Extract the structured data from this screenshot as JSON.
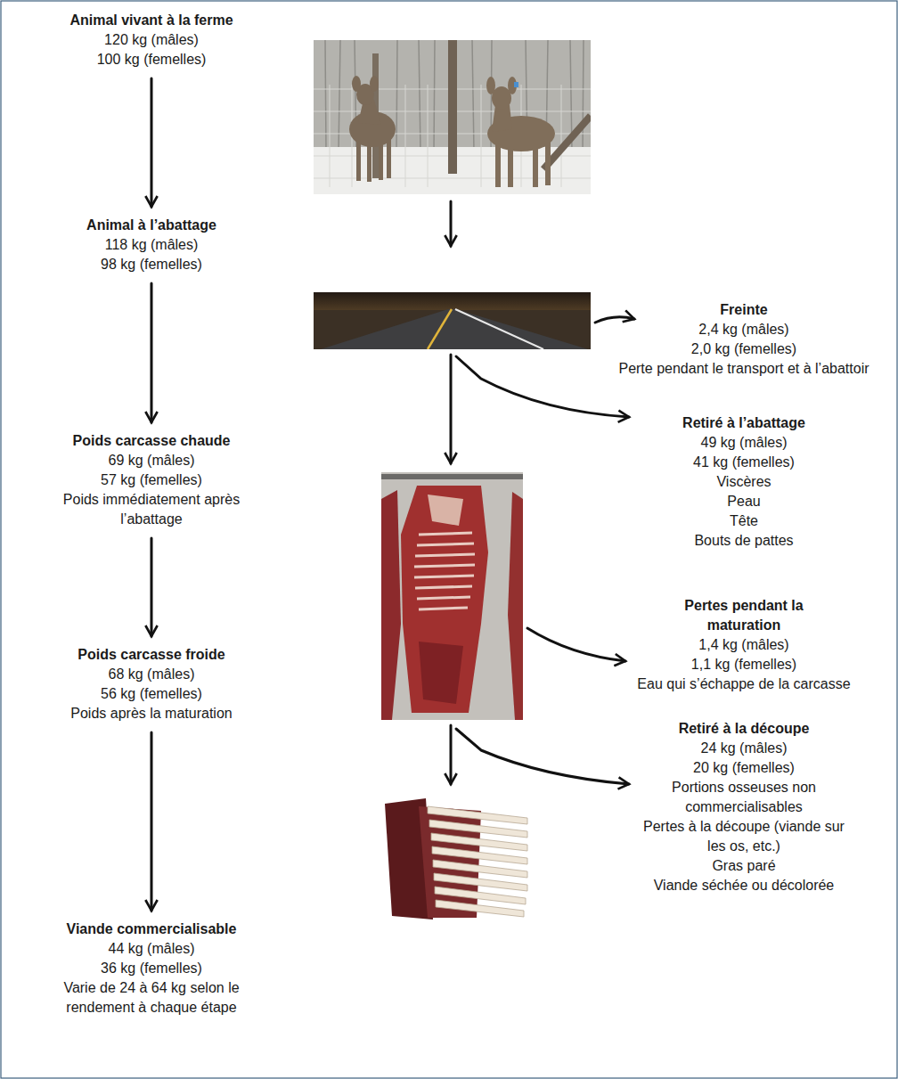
{
  "diagram": {
    "nodes": [
      {
        "text": [
          "Animal vivant à la ferme",
          "120 kg (mâles)",
          "100 kg (femelles)"
        ]
      },
      {
        "text": [
          "Animal à l’abattage",
          "118 kg (mâles)",
          "98 kg (femelles)"
        ]
      },
      {
        "text": [
          "Poids carcasse chaude",
          "69 kg (mâles)",
          "57 kg (femelles)",
          "Poids immédiatement après l’abattage"
        ]
      },
      {
        "text": [
          "Poids carcasse froide",
          "68 kg (mâles)",
          "56 kg (femelles)",
          "Poids après la maturation"
        ]
      },
      {
        "text": [
          "Viande commercialisable",
          "44 kg (mâles)",
          "36 kg (femelles)",
          "Varie de 24 à 64 kg selon le rendement à chaque étape"
        ]
      },
      {
        "text": [
          "Freinte",
          "2,4 kg (mâles)",
          "2,0 kg (femelles)",
          "Perte pendant le transport et à l’abattoir"
        ]
      },
      {
        "text": [
          "Retiré à l’abattage",
          "49 kg (mâles)",
          "41 kg (femelles)",
          "Viscères",
          "Peau",
          "Tête",
          "Bouts de pattes"
        ]
      },
      {
        "text": [
          "Pertes pendant la maturation",
          "1,4 kg (mâles)",
          "1,1 kg (femelles)",
          "Eau qui s’échappe de la carcasse"
        ]
      },
      {
        "text": [
          "Retiré à la découpe",
          "24 kg (mâles)",
          "20 kg (femelles)",
          "Portions osseuses non commercialisables",
          "Pertes à la découpe (viande sur les os, etc.)",
          "Gras paré",
          "Viande séchée ou décolorée"
        ]
      }
    ],
    "edges": [
      {
        "from": 0,
        "to": 1,
        "arrow": "to"
      },
      {
        "from": 1,
        "to": 2,
        "arrow": "to"
      },
      {
        "from": 2,
        "to": 3,
        "arrow": "to"
      },
      {
        "from": 3,
        "to": 4,
        "arrow": "to"
      }
    ]
  }
}
